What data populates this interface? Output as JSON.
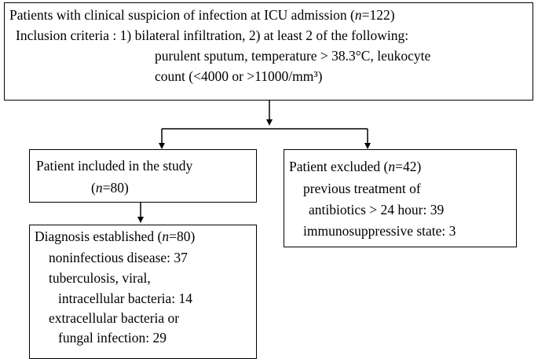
{
  "top_box": {
    "title_pre": "Patients with clinical suspicion of infection at ICU admission (",
    "n_symbol": "n",
    "title_post": "=122)",
    "criteria_line1": "Inclusion criteria : 1) bilateral infiltration, 2) at least 2 of the following:",
    "criteria_line2": "purulent sputum, temperature > 38.3°C, leukocyte",
    "criteria_line3": "count (<4000 or >11000/mm³)"
  },
  "included_box": {
    "title": "Patient included in the study",
    "n_pre": "(",
    "n_symbol": "n",
    "n_post": "=80)"
  },
  "excluded_box": {
    "title_pre": "Patient excluded (",
    "n_symbol": "n",
    "title_post": "=42)",
    "line1": "previous treatment of",
    "line2": "antibiotics > 24 hour: 39",
    "line3": "immunosuppressive state: 3"
  },
  "diagnosis_box": {
    "title_pre": "Diagnosis established (",
    "n_symbol": "n",
    "title_post": "=80)",
    "line1": "noninfectious disease: 37",
    "line2": "tuberculosis, viral,",
    "line3": "intracellular bacteria: 14",
    "line4": "extracellular bacteria or",
    "line5": "fungal infection: 29"
  }
}
